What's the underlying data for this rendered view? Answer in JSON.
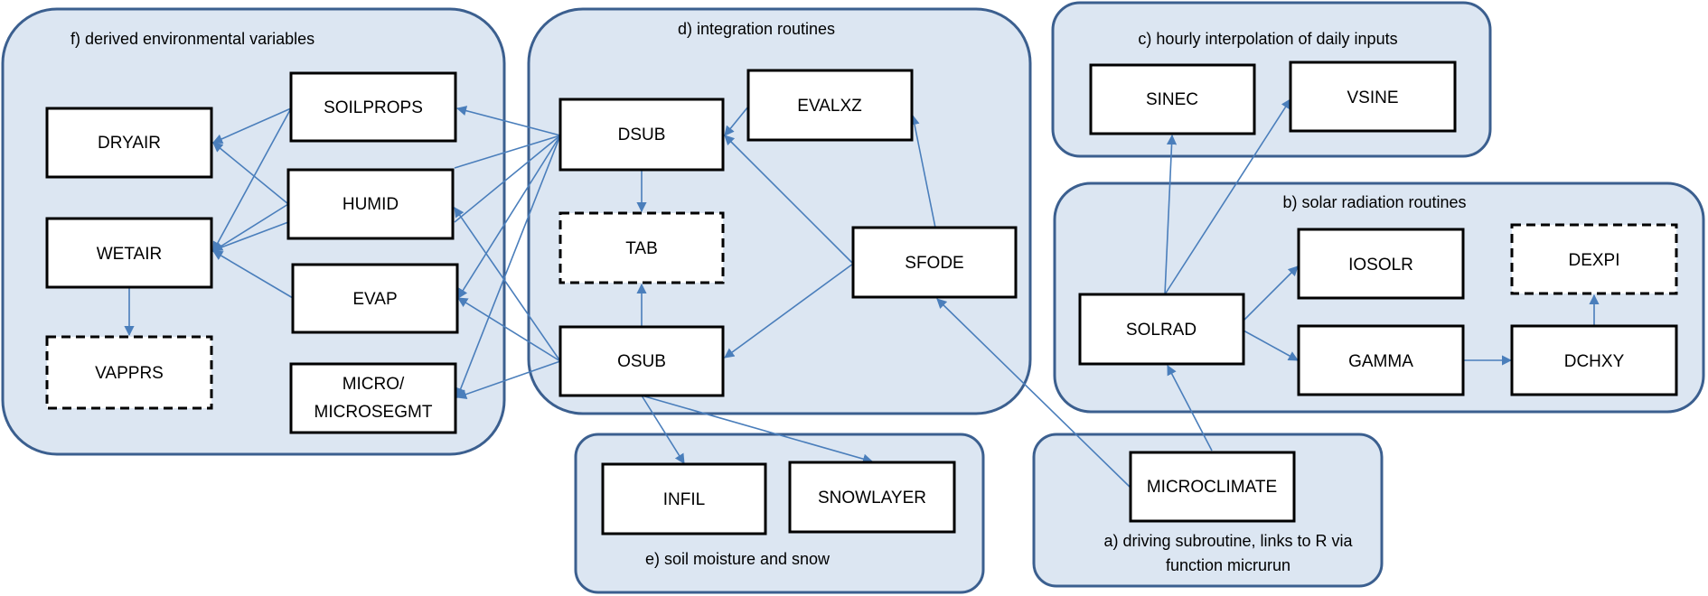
{
  "groups": {
    "a": {
      "label_lines": [
        "a) driving subroutine, links to R via",
        "function micrurun"
      ]
    },
    "b": {
      "label": "b) solar radiation routines"
    },
    "c": {
      "label": "c) hourly interpolation of daily inputs"
    },
    "d": {
      "label": "d) integration routines"
    },
    "e": {
      "label": "e) soil moisture and snow"
    },
    "f": {
      "label": "f) derived environmental variables"
    }
  },
  "nodes": {
    "dryair": {
      "label": "DRYAIR",
      "style": "solid"
    },
    "wetair": {
      "label": "WETAIR",
      "style": "solid"
    },
    "vapprs": {
      "label": "VAPPRS",
      "style": "dashed"
    },
    "soilprops": {
      "label": "SOILPROPS",
      "style": "solid"
    },
    "humid": {
      "label": "HUMID",
      "style": "solid"
    },
    "evap": {
      "label": "EVAP",
      "style": "solid"
    },
    "micro": {
      "label_lines": [
        "MICRO/",
        "MICROSEGMT"
      ],
      "style": "solid"
    },
    "dsub": {
      "label": "DSUB",
      "style": "solid"
    },
    "evalxz": {
      "label": "EVALXZ",
      "style": "solid"
    },
    "tab": {
      "label": "TAB",
      "style": "dashed"
    },
    "sfode": {
      "label": "SFODE",
      "style": "solid"
    },
    "osub": {
      "label": "OSUB",
      "style": "solid"
    },
    "infil": {
      "label": "INFIL",
      "style": "solid"
    },
    "snowlayer": {
      "label": "SNOWLAYER",
      "style": "solid"
    },
    "sinec": {
      "label": "SINEC",
      "style": "solid"
    },
    "vsine": {
      "label": "VSINE",
      "style": "solid"
    },
    "iosolr": {
      "label": "IOSOLR",
      "style": "solid"
    },
    "dexpi": {
      "label": "DEXPI",
      "style": "dashed"
    },
    "solrad": {
      "label": "SOLRAD",
      "style": "solid"
    },
    "gamma": {
      "label": "GAMMA",
      "style": "solid"
    },
    "dchxy": {
      "label": "DCHXY",
      "style": "solid"
    },
    "microclimate": {
      "label": "MICROCLIMATE",
      "style": "solid"
    }
  },
  "edges": [
    {
      "from": "microclimate",
      "to": "solrad"
    },
    {
      "from": "microclimate",
      "to": "sfode"
    },
    {
      "from": "solrad",
      "to": "sinec"
    },
    {
      "from": "solrad",
      "to": "vsine"
    },
    {
      "from": "solrad",
      "to": "iosolr"
    },
    {
      "from": "solrad",
      "to": "gamma"
    },
    {
      "from": "gamma",
      "to": "dchxy"
    },
    {
      "from": "dchxy",
      "to": "dexpi"
    },
    {
      "from": "sfode",
      "to": "evalxz"
    },
    {
      "from": "sfode",
      "to": "dsub"
    },
    {
      "from": "sfode",
      "to": "osub"
    },
    {
      "from": "evalxz",
      "to": "dsub"
    },
    {
      "from": "dsub",
      "to": "tab"
    },
    {
      "from": "osub",
      "to": "tab"
    },
    {
      "from": "osub",
      "to": "infil"
    },
    {
      "from": "osub",
      "to": "snowlayer"
    },
    {
      "from": "dsub",
      "to": "soilprops"
    },
    {
      "from": "dsub",
      "to": "evap"
    },
    {
      "from": "dsub",
      "to": "micro"
    },
    {
      "from": "osub",
      "to": "humid"
    },
    {
      "from": "osub",
      "to": "evap"
    },
    {
      "from": "osub",
      "to": "micro"
    },
    {
      "from": "soilprops",
      "to": "dryair"
    },
    {
      "from": "soilprops",
      "to": "wetair"
    },
    {
      "from": "humid",
      "to": "dryair"
    },
    {
      "from": "humid",
      "to": "wetair"
    },
    {
      "from": "evap",
      "to": "wetair"
    },
    {
      "from": "wetair",
      "to": "vapprs"
    }
  ],
  "colors": {
    "group_fill": "#dce6f2",
    "group_stroke": "#3b5f8f",
    "edge": "#4a7ebb"
  }
}
